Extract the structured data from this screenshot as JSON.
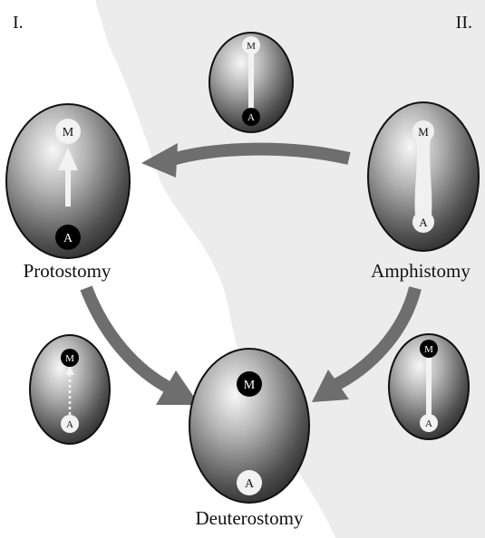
{
  "corner_labels": {
    "left": "I.",
    "right": "II."
  },
  "captions": {
    "protostomy": "Protostomy",
    "amphistomy": "Amphistomy",
    "deuterostomy": "Deuterostomy"
  },
  "markers": {
    "mouth": "M",
    "anus": "A"
  },
  "colors": {
    "background_tint": "#ececec",
    "arrow": "#6e6e6e",
    "embryo_dark": "#3a3a3a",
    "embryo_light": "#f0f0f0",
    "marker_dark": "#000000",
    "marker_light": "#f2f2f2"
  }
}
